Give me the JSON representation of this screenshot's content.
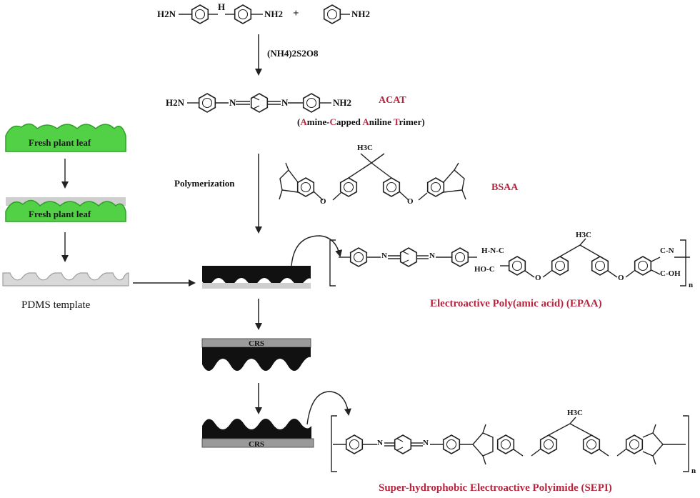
{
  "reactants": {
    "diamine": {
      "left_group": "H2N",
      "bridge": "H",
      "right_group": "NH2"
    },
    "plus": "+",
    "aniline": {
      "group": "NH2"
    }
  },
  "oxidant": "(NH4)2S2O8",
  "acat": {
    "left_group": "H2N",
    "right_group": "NH2",
    "n_left": "N",
    "n_right": "N",
    "name": "ACAT",
    "full_name_parts": [
      "(",
      "A",
      "mine-",
      "C",
      "apped ",
      "A",
      "niline ",
      "T",
      "rimer)"
    ]
  },
  "polymerization_label": "Polymerization",
  "bsaa": {
    "name": "BSAA",
    "methyl_groups": "H3C",
    "oxygen": "O"
  },
  "leaf_process": {
    "leaf1_label": "Fresh plant leaf",
    "leaf2_label": "Fresh plant leaf",
    "template_label": "PDMS template"
  },
  "plates": {
    "crs_label_1": "CRS",
    "crs_label_2": "CRS"
  },
  "epaa": {
    "name": "Electroactive Poly(amic acid) (EPAA)",
    "groups": {
      "nh": "N",
      "h": "H",
      "carbonyl": "C",
      "ho": "HO",
      "oh": "OH",
      "o": "O",
      "methyls": "H3C",
      "n": "n"
    }
  },
  "sepi": {
    "name": "Super-hydrophobic Electroactive Polyimide (SEPI)",
    "groups": {
      "n": "n",
      "methyls": "H3C"
    }
  },
  "colors": {
    "leaf_green": "#52d146",
    "leaf_green_dark": "#2f9f29",
    "title_red": "#b5263f",
    "film_black": "#111111",
    "plate_gray": "#8c8c8c"
  }
}
